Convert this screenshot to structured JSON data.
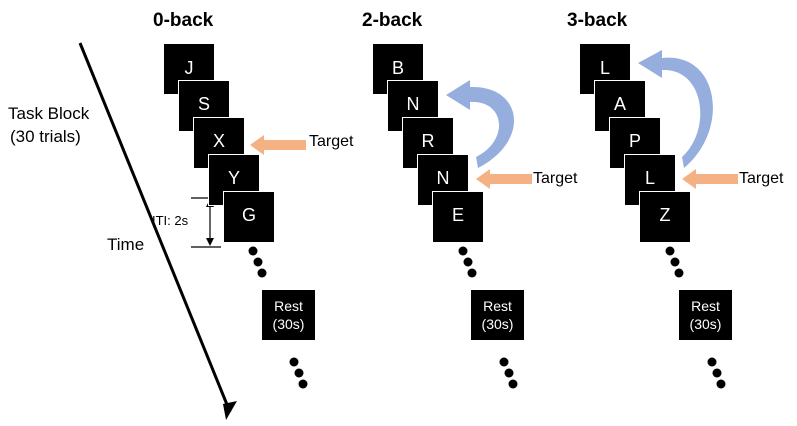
{
  "left_labels": {
    "task_block": "Task Block",
    "trials": "(30 trials)",
    "time": "Time",
    "iti": "ITI: 2s"
  },
  "panels": [
    {
      "title": "0-back",
      "letters": [
        "J",
        "S",
        "X",
        "Y",
        "G"
      ],
      "target_label": "Target",
      "rest_line1": "Rest",
      "rest_line2": "(30s)"
    },
    {
      "title": "2-back",
      "letters": [
        "B",
        "N",
        "R",
        "N",
        "E"
      ],
      "target_label": "Target",
      "rest_line1": "Rest",
      "rest_line2": "(30s)"
    },
    {
      "title": "3-back",
      "letters": [
        "L",
        "A",
        "P",
        "L",
        "Z"
      ],
      "target_label": "Target",
      "rest_line1": "Rest",
      "rest_line2": "(30s)"
    }
  ],
  "colors": {
    "target_arrow": "#F4B183",
    "nback_arrow": "#8FAADC",
    "card": "#000000"
  }
}
